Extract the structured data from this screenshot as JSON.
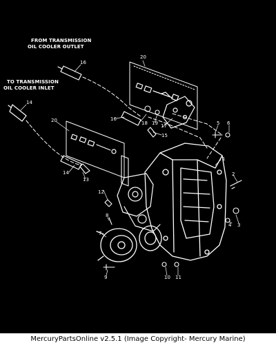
{
  "labels": {
    "from_line1": "FROM TRANSMISSION",
    "from_line2": "OIL COOLER OUTLET",
    "to_line1": "TO TRANSMISSION",
    "to_line2": "OIL COOLER INLET"
  },
  "callouts": [
    "1",
    "2",
    "3",
    "4",
    "5",
    "6",
    "7",
    "8",
    "9",
    "10",
    "11",
    "12",
    "13",
    "14",
    "14",
    "15",
    "16",
    "16",
    "17",
    "18",
    "19",
    "20",
    "20"
  ],
  "footer": "MercuryPartsOnline v2.5.1 (Image Copyright- Mercury Marine)"
}
